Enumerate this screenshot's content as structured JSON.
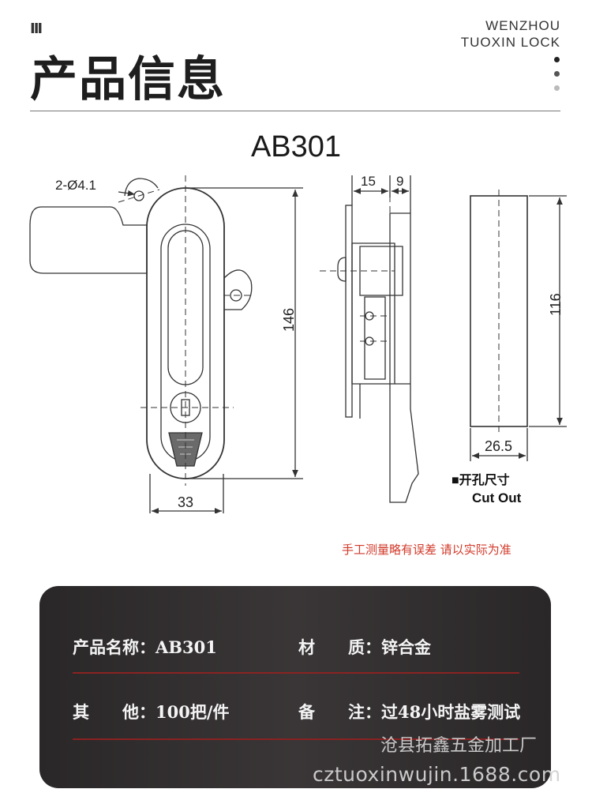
{
  "header": {
    "mark": "ΙΙΙ",
    "title": "产品信息",
    "brand_line1": "WENZHOU",
    "brand_line2": "TUOXIN LOCK",
    "dot_colors": [
      "#222222",
      "#555555",
      "#bbbbbb"
    ]
  },
  "model": "AB301",
  "drawing": {
    "hole_label": "2-Ø4.1",
    "height_label": "146",
    "width_label": "33",
    "side_dim_1": "15",
    "side_dim_2": "9",
    "cutout_height": "116",
    "cutout_width": "26.5",
    "cutout_caption_cn": "■开孔尺寸",
    "cutout_caption_en": "Cut Out"
  },
  "note": "手工测量略有误差  请以实际为准",
  "specs": {
    "name_label": "产品名称：",
    "name_value": "AB301",
    "material_label": "材　　质：",
    "material_value": "锌合金",
    "other_label": "其　　他：",
    "other_value": "100把/件",
    "remark_label": "备　　注：",
    "remark_value": "过48小时盐雾测试"
  },
  "watermark": {
    "company": "沧县拓鑫五金加工厂",
    "url": "cztuoxinwujin.1688.com"
  }
}
